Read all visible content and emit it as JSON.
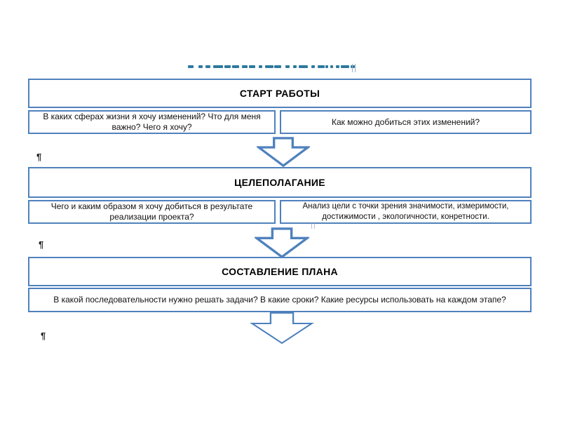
{
  "colors": {
    "accent": "#4f81bd",
    "title_fragment": "#2d7a9e",
    "caret": "#9db1c7"
  },
  "clipped_title": {
    "description": "clipped heading, only bottom strokes of letters visible",
    "fragments": [
      [
        8,
        7
      ],
      [
        6,
        4
      ],
      [
        7,
        4
      ],
      [
        14,
        2
      ],
      [
        9,
        2
      ],
      [
        10,
        4
      ],
      [
        8,
        2
      ],
      [
        9,
        5
      ],
      [
        5,
        4
      ],
      [
        12,
        1
      ],
      [
        10,
        6
      ],
      [
        6,
        5
      ],
      [
        5,
        3
      ],
      [
        13,
        5
      ],
      [
        5,
        4
      ],
      [
        10,
        1
      ],
      [
        4,
        3
      ],
      [
        4,
        4
      ],
      [
        5,
        2
      ],
      [
        12,
        2
      ],
      [
        6,
        0
      ]
    ]
  },
  "blocks": [
    {
      "title": "СТАРТ РАБОТЫ",
      "cells": [
        "В каких сферах жизни я хочу изменений? Что для меня важно? Чего я хочу?",
        "Как можно добиться этих изменений?"
      ]
    },
    {
      "title": "ЦЕЛЕПОЛАГАНИЕ",
      "cells": [
        "Чего и каким образом я хочу добиться в результате реализации проекта?",
        "Анализ цели с точки зрения значимости, измеримости, достижимости , экологичности, конретности."
      ]
    },
    {
      "title": "СОСТАВЛЕНИЕ ПЛАНА",
      "cells": [
        "В какой последовательности нужно решать задачи? В какие сроки? Какие ресурсы использовать на каждом этапе?"
      ]
    }
  ],
  "pilcrows": [
    "¶",
    "¶",
    "¶"
  ]
}
